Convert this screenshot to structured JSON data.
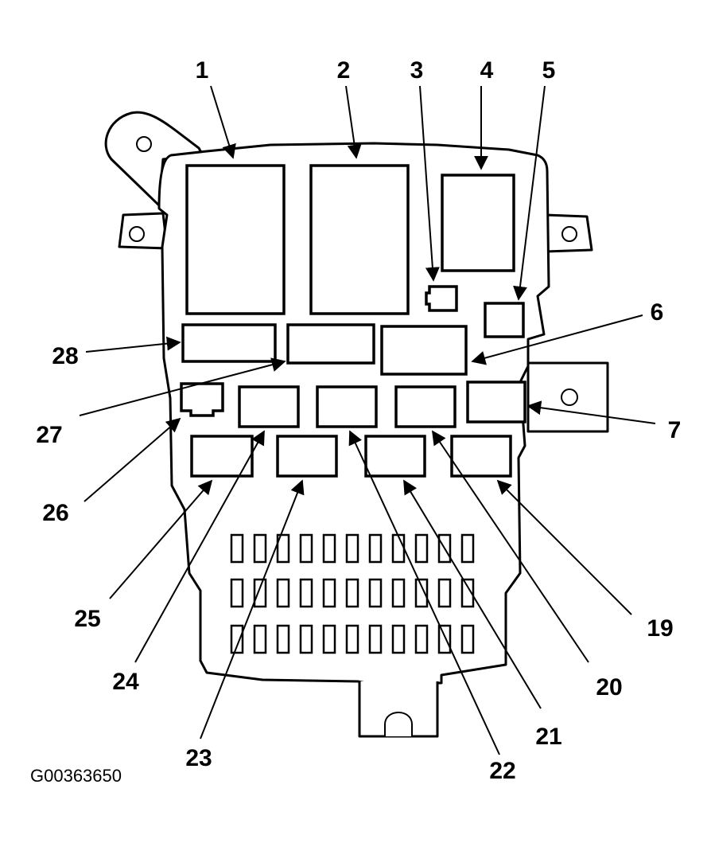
{
  "figure_id": "G00363650",
  "callouts": [
    "1",
    "2",
    "3",
    "4",
    "5",
    "6",
    "7",
    "19",
    "20",
    "21",
    "22",
    "23",
    "24",
    "25",
    "26",
    "27",
    "28"
  ]
}
